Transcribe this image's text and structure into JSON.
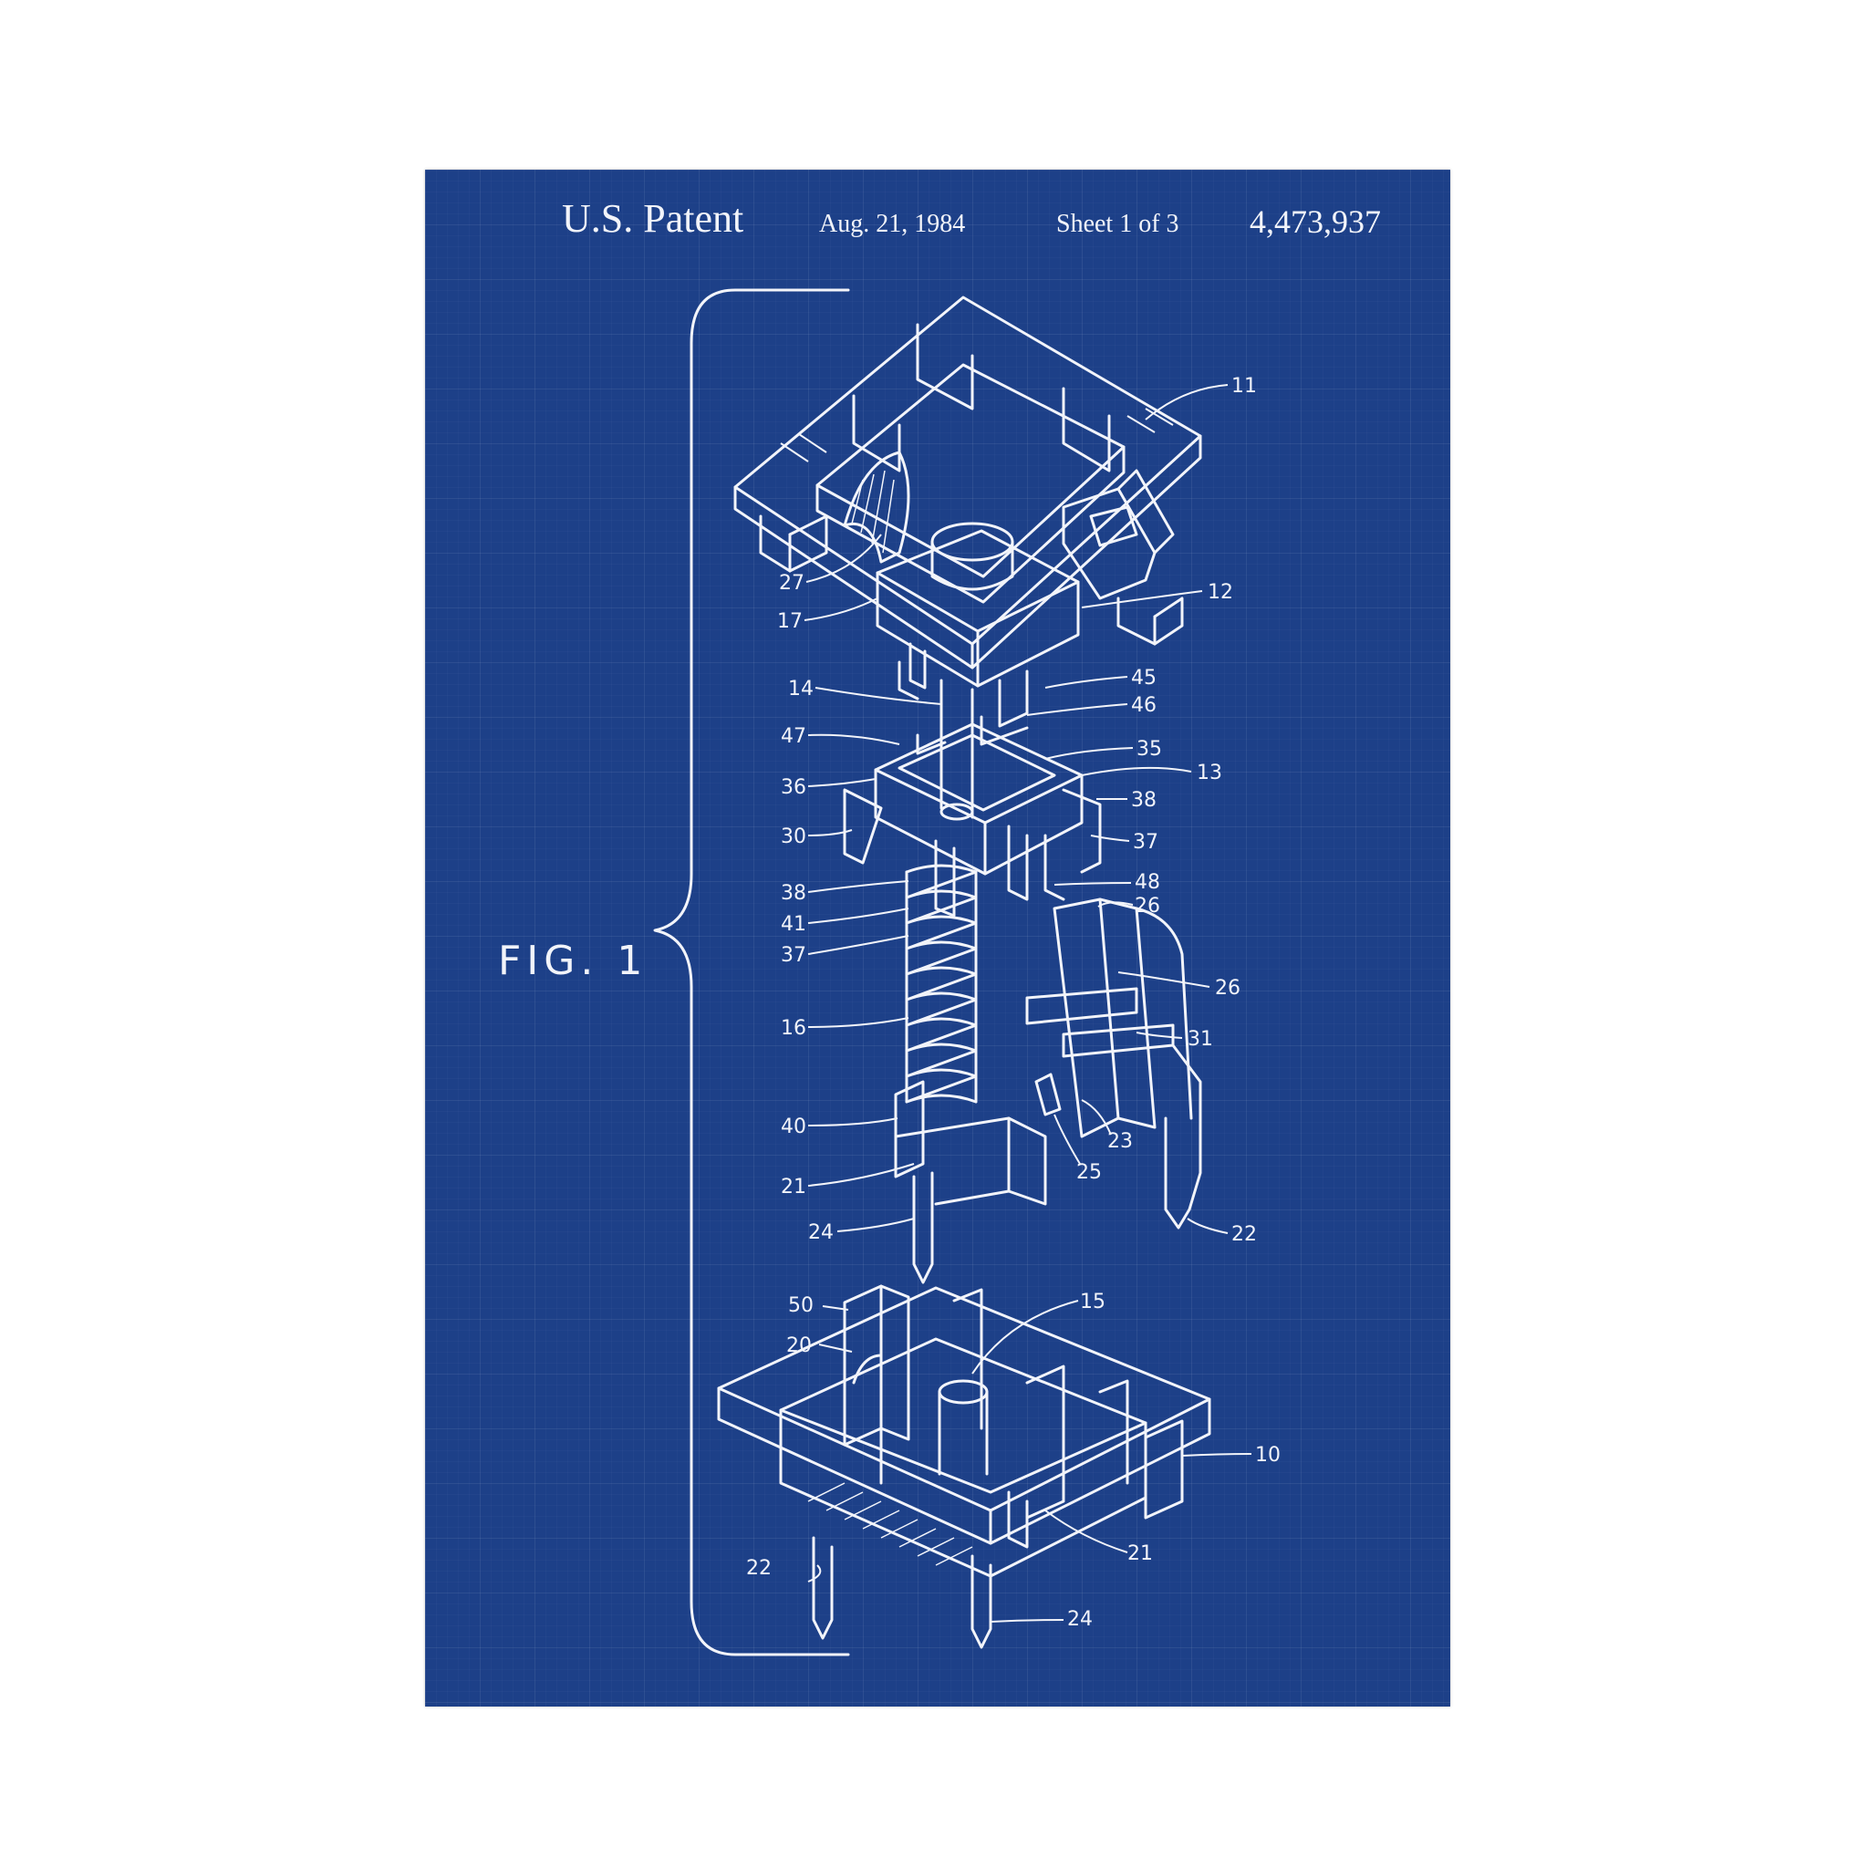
{
  "header": {
    "patent": "U.S. Patent",
    "date": "Aug. 21, 1984",
    "sheet": "Sheet 1 of 3",
    "number": "4,473,937"
  },
  "figure": {
    "label": "FIG. 1"
  },
  "callouts": {
    "c11": "11",
    "c27": "27",
    "c17": "17",
    "c12": "12",
    "c14": "14",
    "c45": "45",
    "c46": "46",
    "c47": "47",
    "c35": "35",
    "c13": "13",
    "c36": "36",
    "c38a": "38",
    "c30": "30",
    "c37a": "37",
    "c48": "48",
    "c38b": "38",
    "c26a": "26",
    "c41": "41",
    "c37b": "37",
    "c26b": "26",
    "c16": "16",
    "c31": "31",
    "c40": "40",
    "c23": "23",
    "c21a": "21",
    "c25": "25",
    "c24a": "24",
    "c22a": "22",
    "c50": "50",
    "c15": "15",
    "c20": "20",
    "c10": "10",
    "c21b": "21",
    "c22b": "22",
    "c24b": "24"
  },
  "colors": {
    "background": "#1d4088",
    "ink": "#f2f4fa"
  }
}
